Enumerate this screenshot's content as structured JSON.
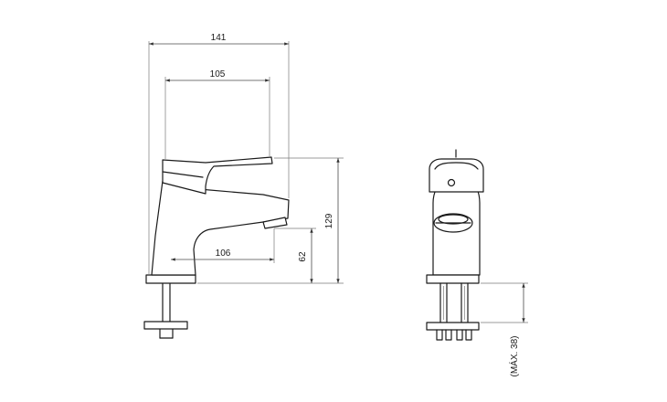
{
  "dimensions": {
    "overall_width": "141",
    "handle_length": "105",
    "spout_reach": "106",
    "spout_height": "62",
    "total_height": "129",
    "max_deck_thickness": "(MÁX. 38)"
  },
  "colors": {
    "line": "#1a1a1a",
    "dimension_line": "#4a4a4a",
    "background": "#ffffff"
  }
}
